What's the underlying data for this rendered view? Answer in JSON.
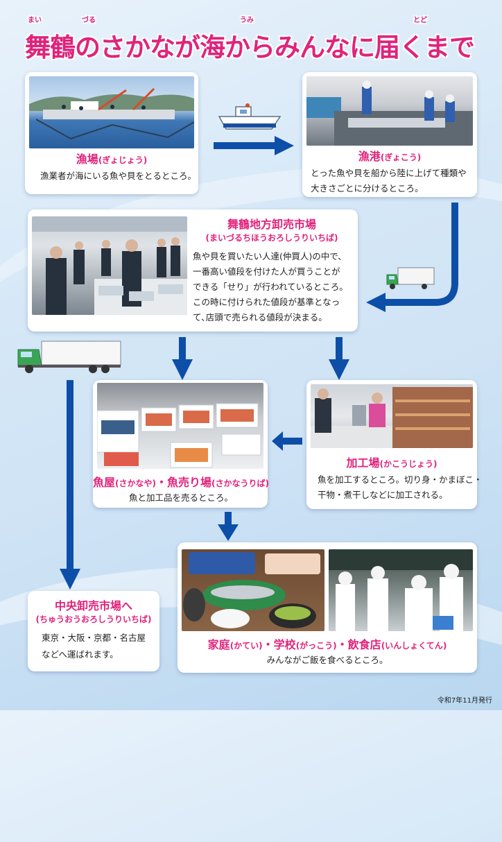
{
  "title": {
    "main": "舞鶴のさかなが海からみんなに届くまで",
    "ruby_maizuru_a": "まい",
    "ruby_maizuru_b": "づる",
    "ruby_umi": "うみ",
    "ruby_todo": "とど"
  },
  "fishing_ground": {
    "heading": "漁場",
    "reading": "(ぎょじょう)",
    "text": "漁業者が海にいる魚や貝をとるところ。"
  },
  "fishing_port": {
    "heading": "漁港",
    "reading": "(ぎょこう)",
    "text_1": "とった魚や貝を船から陸に上げて種類や",
    "text_2": "大きさごとに分けるところ。"
  },
  "local_market": {
    "heading": "舞鶴地方卸売市場",
    "reading": "(まいづるちほうおろしうりいちば)",
    "text_1": "魚や貝を買いたい人達(仲買人)の中で、",
    "text_2": "一番高い値段を付けた人が買うことが",
    "text_3": "できる「せり」が行われているところ。",
    "text_4": "この時に付けられた値段が基準となっ",
    "text_5": "て､店頭で売られる値段が決まる。"
  },
  "processing": {
    "heading": "加工場",
    "reading": "(かこうじょう)",
    "text_1": "魚を加工するところ。切り身・かまぼこ・",
    "text_2": "干物・煮干しなどに加工される。"
  },
  "fish_shop": {
    "heading_a": "魚屋",
    "reading_a": "(さかなや)",
    "heading_b": "・魚売り場",
    "reading_b": "(さかなうりば)",
    "text": "魚と加工品を売るところ。"
  },
  "central_market": {
    "heading": "中央卸売市場へ",
    "reading": "(ちゅうおうおろしうりいちば)",
    "text_1": "東京・大阪・京都・名古屋",
    "text_2": "などへ運ばれます。"
  },
  "home": {
    "heading_a": "家庭",
    "reading_a": "(かてい)",
    "heading_b": "・学校",
    "reading_b": "(がっこう)",
    "heading_c": "・飲食店",
    "reading_c": "(いんしょくてん)",
    "text": "みんながご飯を食べるところ。"
  },
  "footer": "令和7年11月発行",
  "colors": {
    "accent_pink": "#e0237c",
    "arrow_blue": "#0d4fa8"
  }
}
